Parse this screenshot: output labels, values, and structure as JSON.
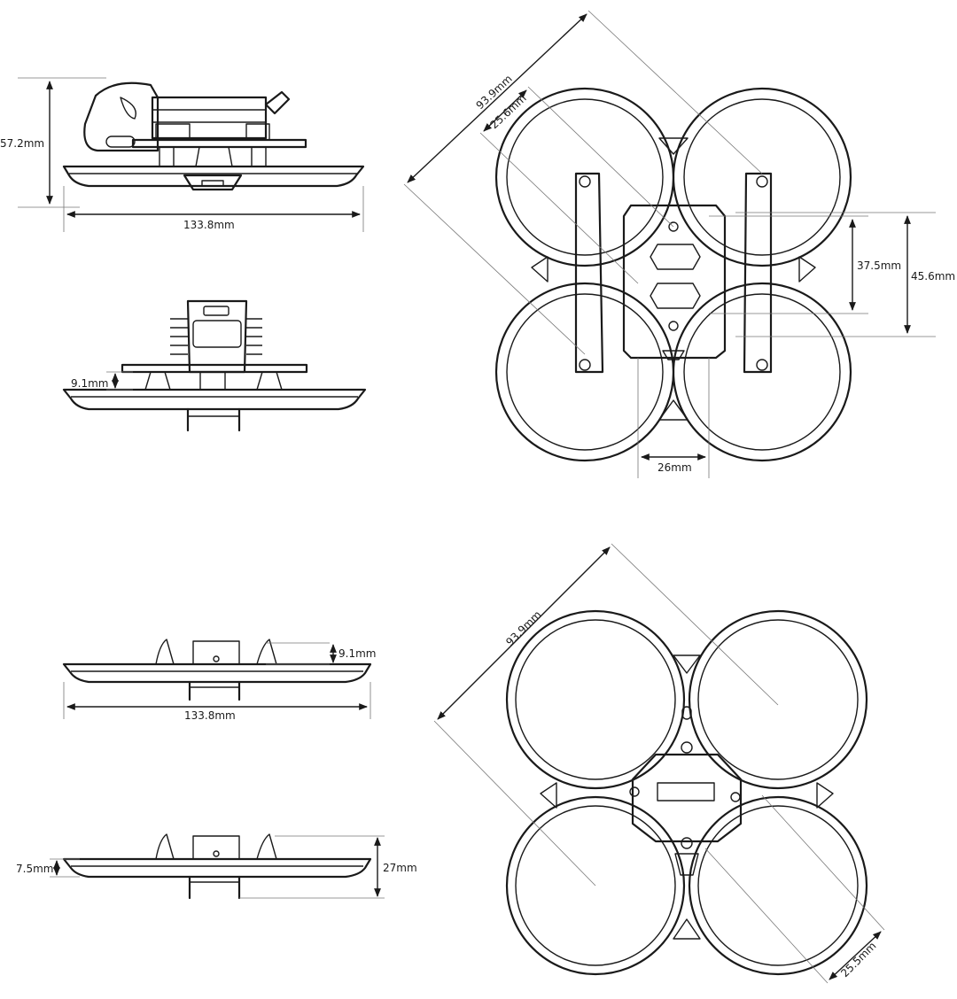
{
  "dimensions": {
    "side_height": "57.2mm",
    "side_width": "133.8mm",
    "front_clearance": "9.1mm",
    "top_diag_overall": "93.9mm",
    "top_diag_inner": "25.6mm",
    "top_mount_inner": "37.5mm",
    "top_mount_outer": "45.6mm",
    "top_bottom_span": "26mm",
    "frame_side_clearance": "9.1mm",
    "frame_side_width": "133.8mm",
    "frame_front_base": "7.5mm",
    "frame_front_height": "27mm",
    "bottom_diag_overall": "93.9mm",
    "bottom_diag_inner": "25.5mm"
  },
  "colors": {
    "line": "#1a1a1a",
    "extension": "#777777",
    "background": "#ffffff"
  }
}
